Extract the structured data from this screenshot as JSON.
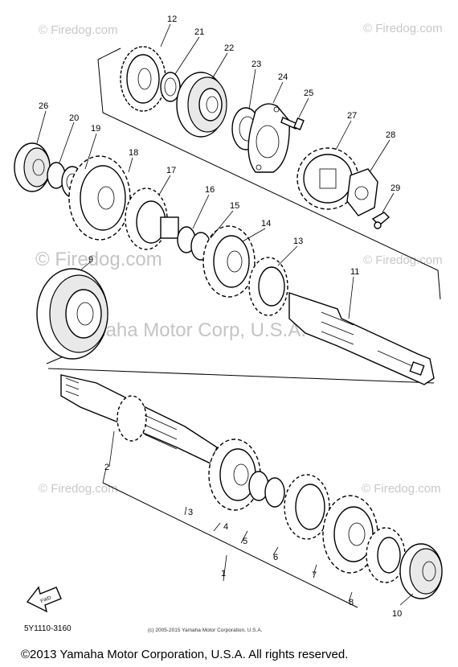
{
  "callouts": [
    "12",
    "21",
    "22",
    "23",
    "24",
    "25",
    "26",
    "20",
    "19",
    "18",
    "17",
    "16",
    "15",
    "14",
    "13",
    "27",
    "28",
    "29",
    "9",
    "11",
    "2",
    "3",
    "4",
    "5",
    "6",
    "7",
    "8",
    "10",
    "1"
  ],
  "watermarks": {
    "small": "© Firedog.com",
    "large": "© Firedog.com",
    "center": "Yamaha Motor Corp, U.S.A."
  },
  "fwd_label": "FWD",
  "part_code": "5Y1110-3160",
  "small_copyright": "(c) 2005-2015 Yamaha Motor Corporation, U.S.A.",
  "main_copyright": "©2013 Yamaha Motor Corporation, U.S.A. All rights reserved."
}
